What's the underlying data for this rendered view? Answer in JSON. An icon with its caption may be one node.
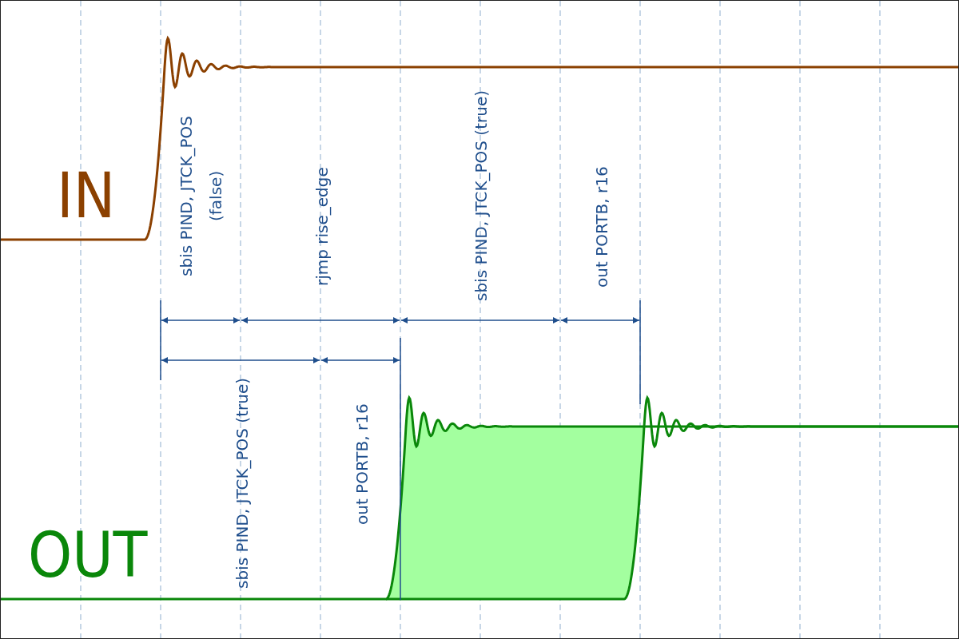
{
  "diagram": {
    "labels": [
      "IN",
      "sbis PIND, JTCK_POS (false)",
      "rjmp rise_edge",
      "sbis PIND, JTCK_POS (true)",
      "out PORTB, r16",
      "sbis PIND, JTCK_POS (true)",
      "out PORTB, r16",
      "OUT"
    ]
  }
}
